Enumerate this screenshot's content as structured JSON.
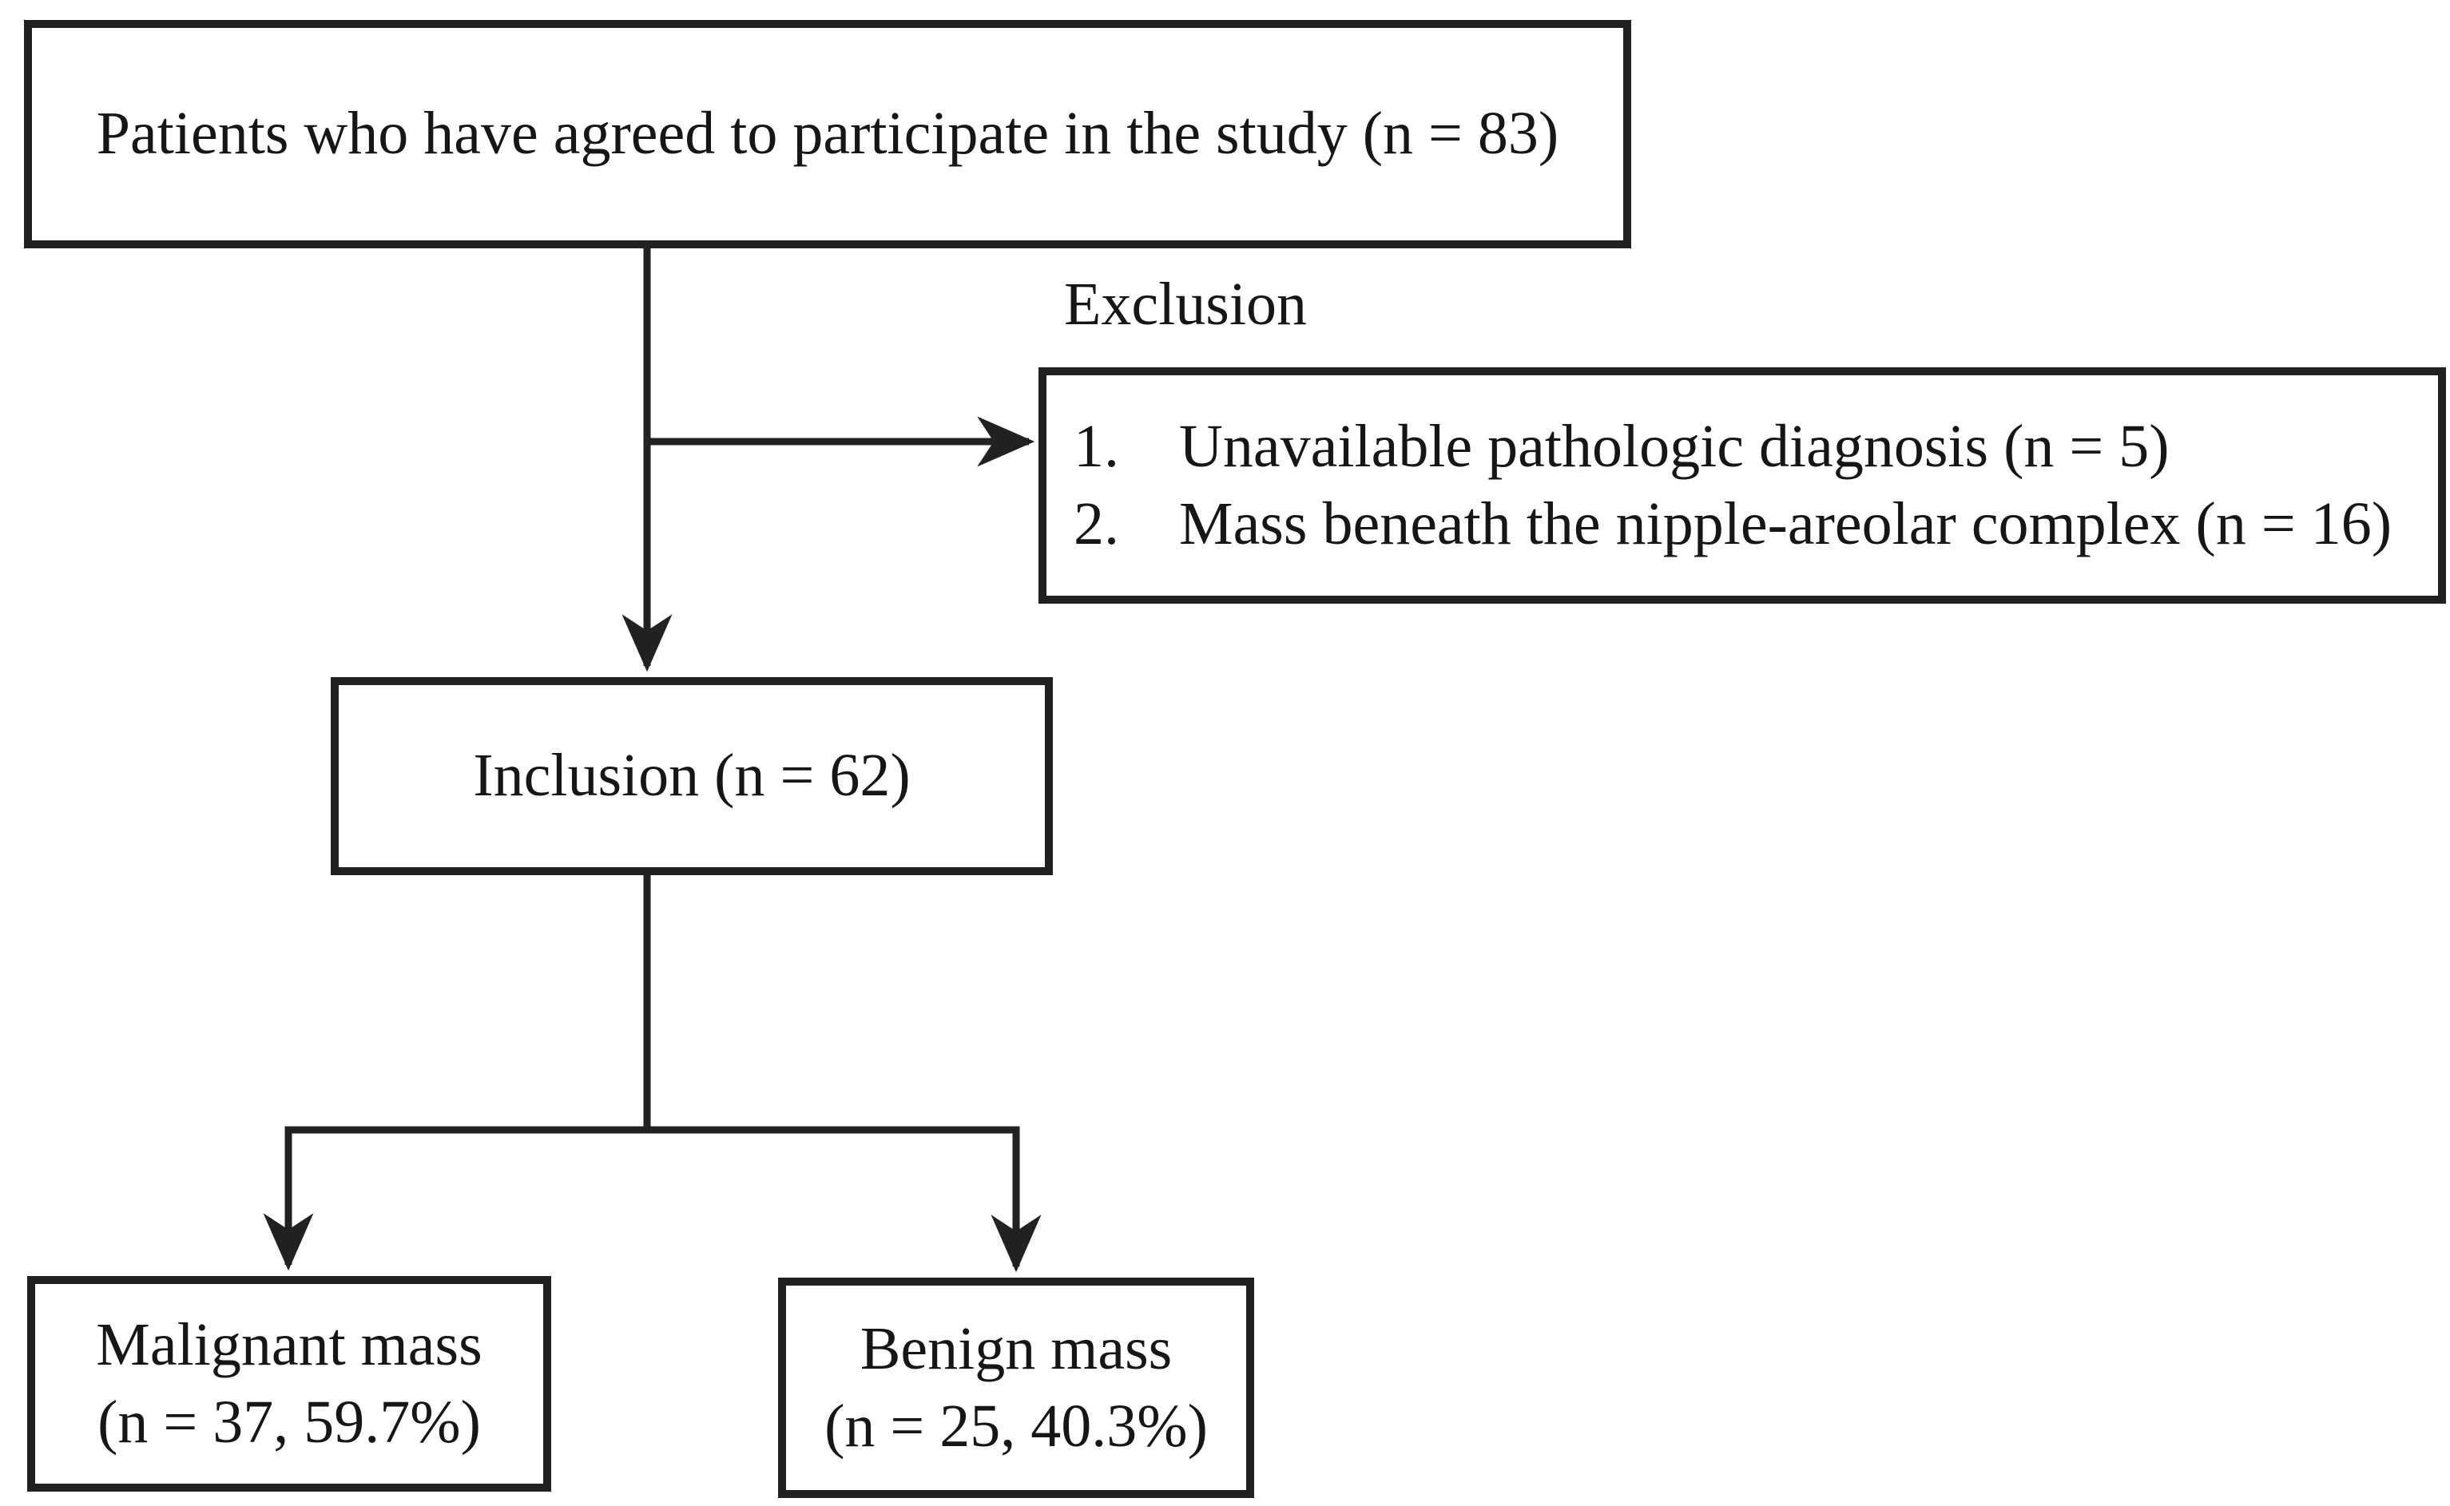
{
  "figure": {
    "type": "flow-diagram",
    "top_box": {
      "text": "Patients who have agreed to participate in the study (n = 83)"
    },
    "exclusion": {
      "label": "Exclusion",
      "items": [
        {
          "num": "1.",
          "text": "Unavailable pathologic diagnosis (n = 5)"
        },
        {
          "num": "2.",
          "text": "Mass beneath the nipple-areolar complex (n = 16)"
        }
      ]
    },
    "inclusion": {
      "text": "Inclusion (n = 62)"
    },
    "malignant": {
      "line1": "Malignant mass",
      "line2": "(n = 37, 59.7%)"
    },
    "benign": {
      "line1": "Benign mass",
      "line2": "(n = 25, 40.3%)"
    }
  },
  "colors": {
    "ink": "#212121",
    "text": "#161616",
    "background": "#ffffff"
  }
}
